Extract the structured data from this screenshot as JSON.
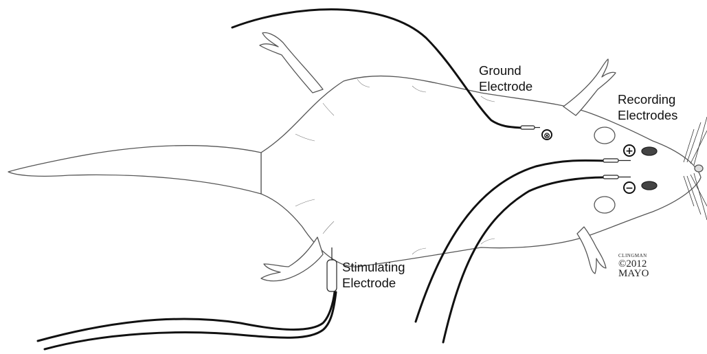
{
  "labels": {
    "ground": [
      "Ground",
      "Electrode"
    ],
    "recording": [
      "Recording",
      "Electrodes"
    ],
    "stimulating": [
      "Stimulating",
      "Electrode"
    ]
  },
  "markers": {
    "ground": "⊗",
    "positive": "+",
    "negative": "−"
  },
  "credit": {
    "artist": "CLINGMAN",
    "year": "©2012",
    "org": "MAYO"
  },
  "colors": {
    "ink": "#111111",
    "sketch": "#555555",
    "background": "#ffffff"
  }
}
